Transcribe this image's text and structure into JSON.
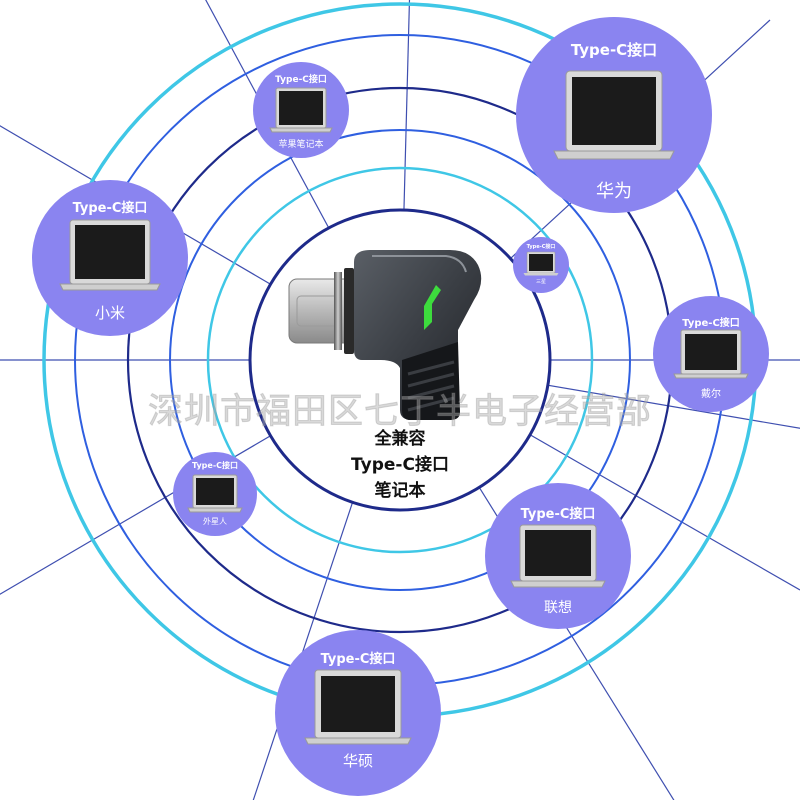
{
  "center": {
    "line1": "全兼容",
    "line2": "Type-C接口",
    "line3": "笔记本"
  },
  "port_label": "Type-C接口",
  "brands": {
    "huawei": "华为",
    "apple": "苹果笔记本",
    "xiaomi": "小米",
    "samsung": "三星",
    "dell": "戴尔",
    "alienware": "外星人",
    "lenovo": "联想",
    "asus": "华硕"
  },
  "watermark": "深圳市福田区七丁半电子经营部",
  "colors": {
    "bubble": "#8a84f0",
    "ring_navy": "#1e2a8a",
    "ring_blue": "#2f5fe0",
    "ring_cyan": "#3fc7e6",
    "led_green": "#3ddc3d"
  }
}
